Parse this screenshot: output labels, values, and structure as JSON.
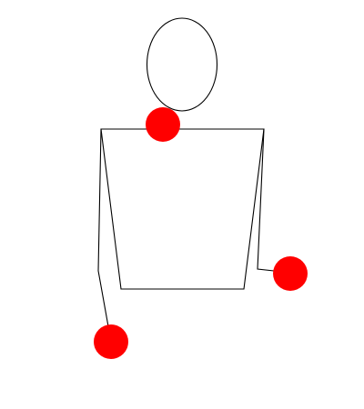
{
  "figure": {
    "background": "#ffffff",
    "line_color": "#000000",
    "marker_color": "#ff0000",
    "head_shape": "ellipse",
    "torso_shape": "trapezoid",
    "marker_count": 3,
    "markers": [
      "neck-marker",
      "right-hand-marker",
      "left-hand-marker"
    ]
  }
}
